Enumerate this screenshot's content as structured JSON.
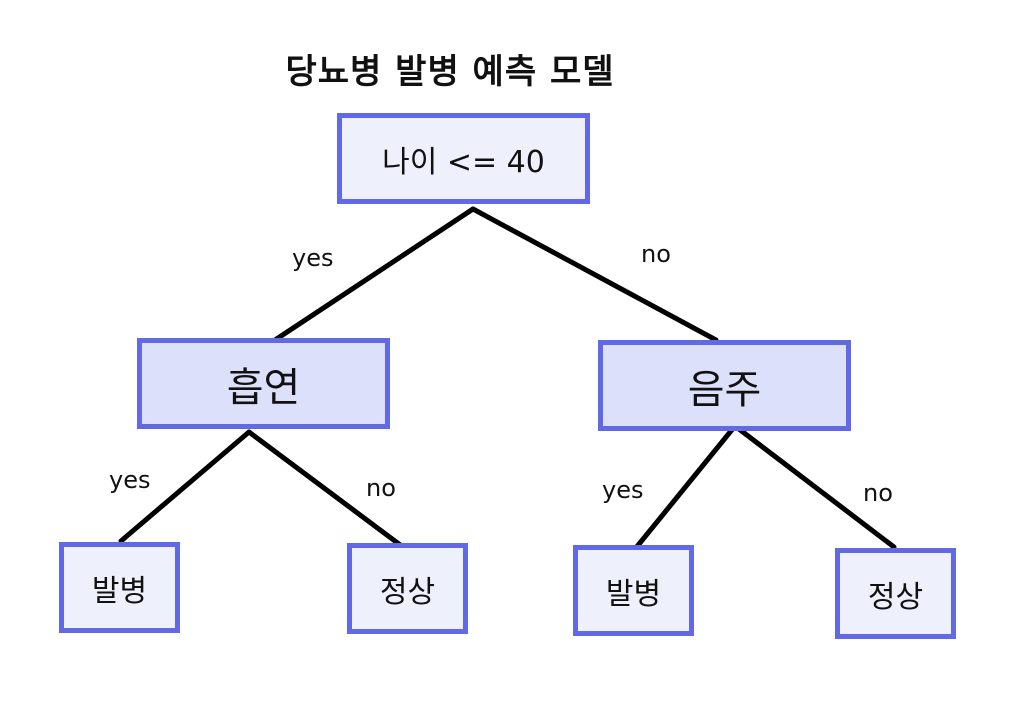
{
  "title": "당뇨병 발병 예측 모델",
  "tree": {
    "root": {
      "label": "나이 <= 40"
    },
    "left": {
      "label": "흡연"
    },
    "right": {
      "label": "음주"
    },
    "left_yes": {
      "label": "발병"
    },
    "left_no": {
      "label": "정상"
    },
    "right_yes": {
      "label": "발병"
    },
    "right_no": {
      "label": "정상"
    }
  },
  "edges": {
    "root_yes": "yes",
    "root_no": "no",
    "left_yes": "yes",
    "left_no": "no",
    "right_yes": "yes",
    "right_no": "no"
  },
  "colors": {
    "node_border": "#6169e6",
    "node_fill": "#eef0fc",
    "internal_fill": "#dde0fa",
    "edge_line": "#000000"
  }
}
